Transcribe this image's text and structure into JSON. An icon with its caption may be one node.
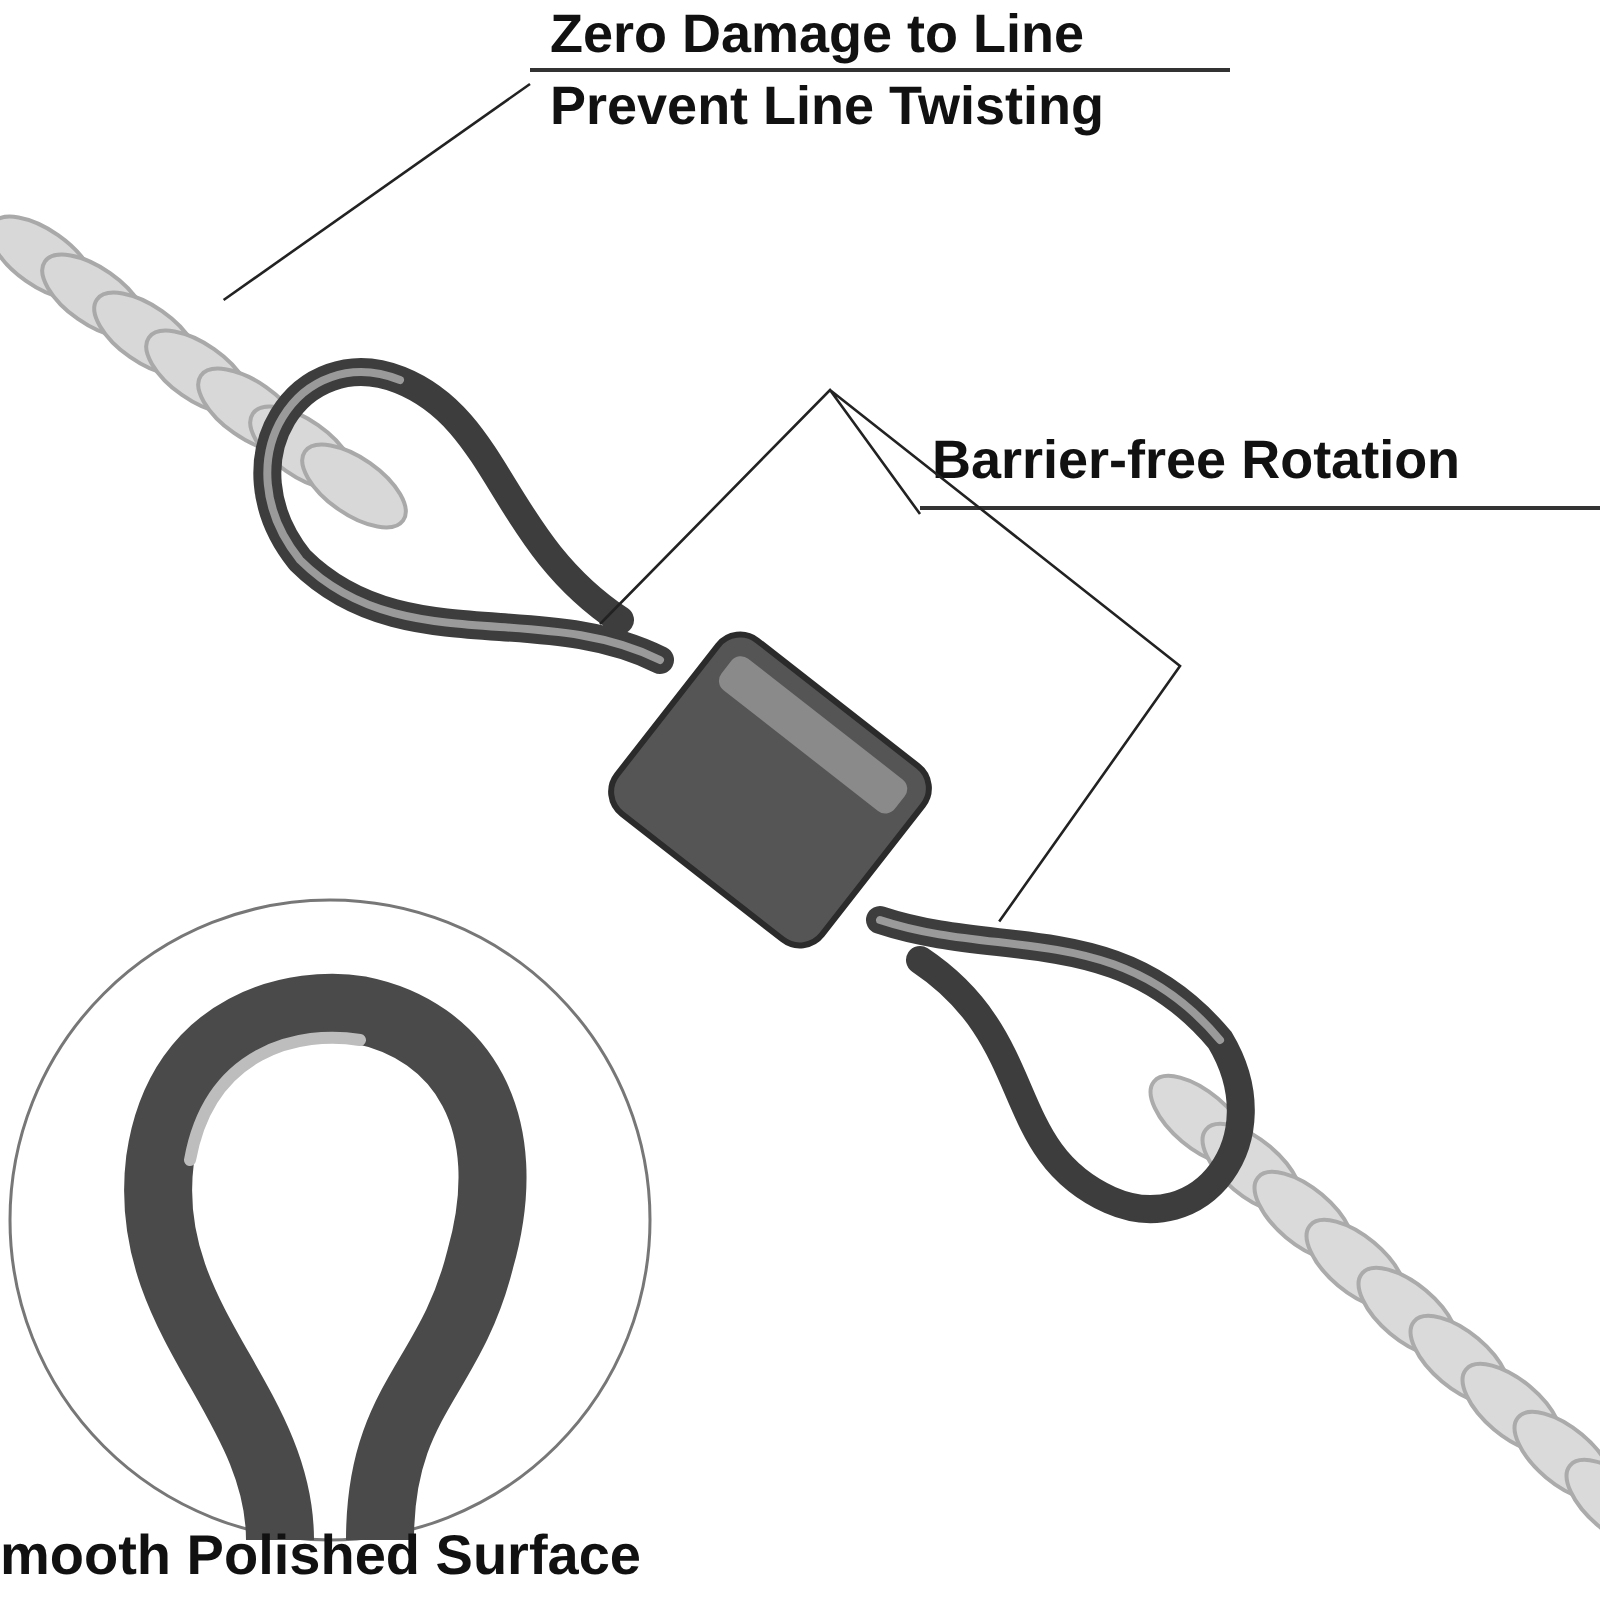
{
  "diagram": {
    "nodes": [
      {
        "text": [
          "Zero Damage to Line",
          "Prevent Line Twisting"
        ]
      },
      {
        "text": [],
        "shape": "picture"
      },
      {
        "text": [
          "Barrier-free Rotation"
        ]
      },
      {
        "text": [],
        "shape": "picture"
      }
    ],
    "edges": [
      {
        "from": 0,
        "to": 1,
        "arrow": "none"
      },
      {
        "from": 2,
        "to": 3,
        "arrow": "none"
      }
    ],
    "labels": [
      "mooth Polished Surface"
    ]
  }
}
